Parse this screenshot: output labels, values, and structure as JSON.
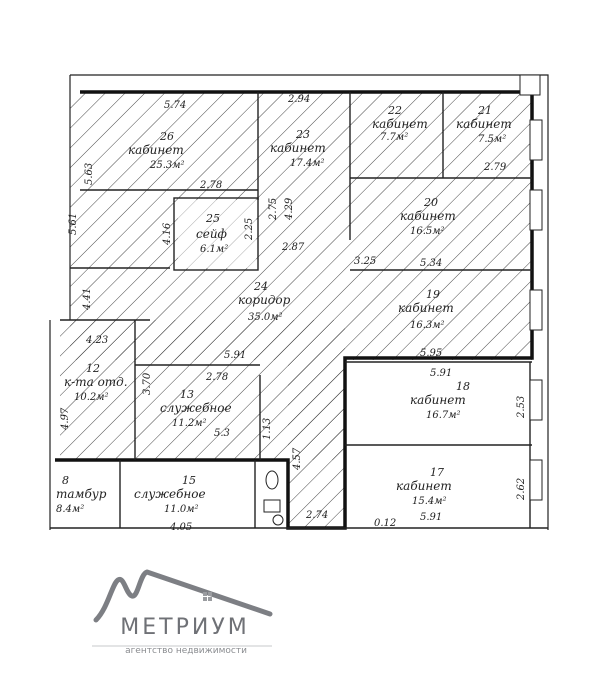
{
  "plan": {
    "rooms": [
      {
        "id": "room-26",
        "number": "26",
        "name": "кабинет",
        "area": "25.3м²"
      },
      {
        "id": "room-23",
        "number": "23",
        "name": "кабинет",
        "area": "17.4м²"
      },
      {
        "id": "room-22",
        "number": "22",
        "name": "кабинет",
        "area": "7.7м²"
      },
      {
        "id": "room-21",
        "number": "21",
        "name": "кабинет",
        "area": "7.5м²"
      },
      {
        "id": "room-25",
        "number": "25",
        "name": "сейф",
        "area": "6.1м²"
      },
      {
        "id": "room-20",
        "number": "20",
        "name": "кабинет",
        "area": "16.5м²"
      },
      {
        "id": "room-24",
        "number": "24",
        "name": "коридор",
        "area": "35.0м²"
      },
      {
        "id": "room-19a",
        "number": "19",
        "name": "кабинет",
        "area": "16.3м²"
      },
      {
        "id": "room-12",
        "number": "12",
        "name": "к-та отд.",
        "area": "10.2м²"
      },
      {
        "id": "room-13",
        "number": "13",
        "name": "служебное",
        "area": "11.2м²"
      },
      {
        "id": "room-18",
        "number": "18",
        "name": "кабинет",
        "area": "16.7м²"
      },
      {
        "id": "room-17",
        "number": "17",
        "name": "кабинет",
        "area": "15.4м²"
      },
      {
        "id": "room-8",
        "number": "8",
        "name": "тамбур",
        "area": "8.4м²"
      },
      {
        "id": "room-15",
        "number": "15",
        "name": "служебное",
        "area": "11.0м²"
      }
    ],
    "dimensions": [
      "5.74",
      "2.94",
      "2.78",
      "2.79",
      "3.25",
      "5.34",
      "5.91",
      "5.95",
      "5.91",
      "4.05",
      "2.74",
      "5.91",
      "0.12",
      "5.63",
      "5.61",
      "4.16",
      "4.41",
      "4.97",
      "4.29",
      "2.87",
      "2.25",
      "2.62",
      "2.53",
      "2.78",
      "1.13",
      "3.70",
      "4.23",
      "2.75",
      "5.3",
      "4.57"
    ]
  },
  "logo": {
    "name": "МЕТРИУМ",
    "tagline": "агентство недвижимости",
    "colors": {
      "mark": "#7d7f84",
      "window": "#9a9ca0"
    }
  }
}
